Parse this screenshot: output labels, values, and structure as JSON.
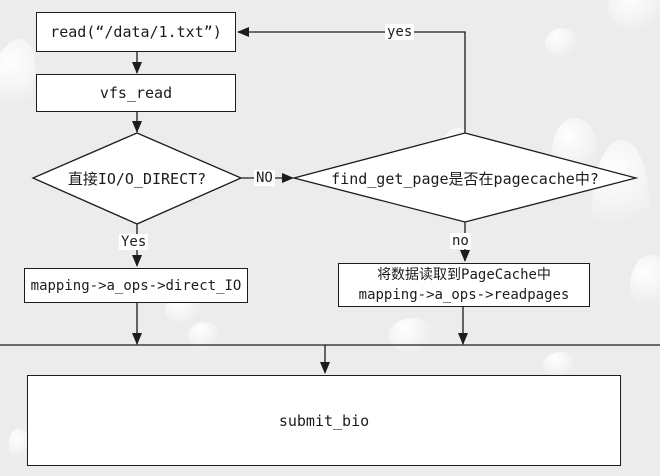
{
  "diagram": {
    "nodes": {
      "read_call": {
        "label": "read(“/data/1.txt”)"
      },
      "vfs_read": {
        "label": "vfs_read"
      },
      "direct_io_decision": {
        "label": "直接IO/O_DIRECT?"
      },
      "pagecache_decision": {
        "label": "find_get_page是否在pagecache中?"
      },
      "direct_io_action": {
        "label": "mapping->a_ops->direct_IO"
      },
      "readpages_action": {
        "line1": "将数据读取到PageCache中",
        "line2": "mapping->a_ops->readpages"
      },
      "submit_bio": {
        "label": "submit_bio"
      }
    },
    "edge_labels": {
      "yes_loop": "yes",
      "no_branch": "NO",
      "yes_branch": "Yes",
      "no_down": "no"
    },
    "colors": {
      "background": "#ececec",
      "node_fill": "#ffffff",
      "stroke": "#1c1c1c"
    }
  }
}
